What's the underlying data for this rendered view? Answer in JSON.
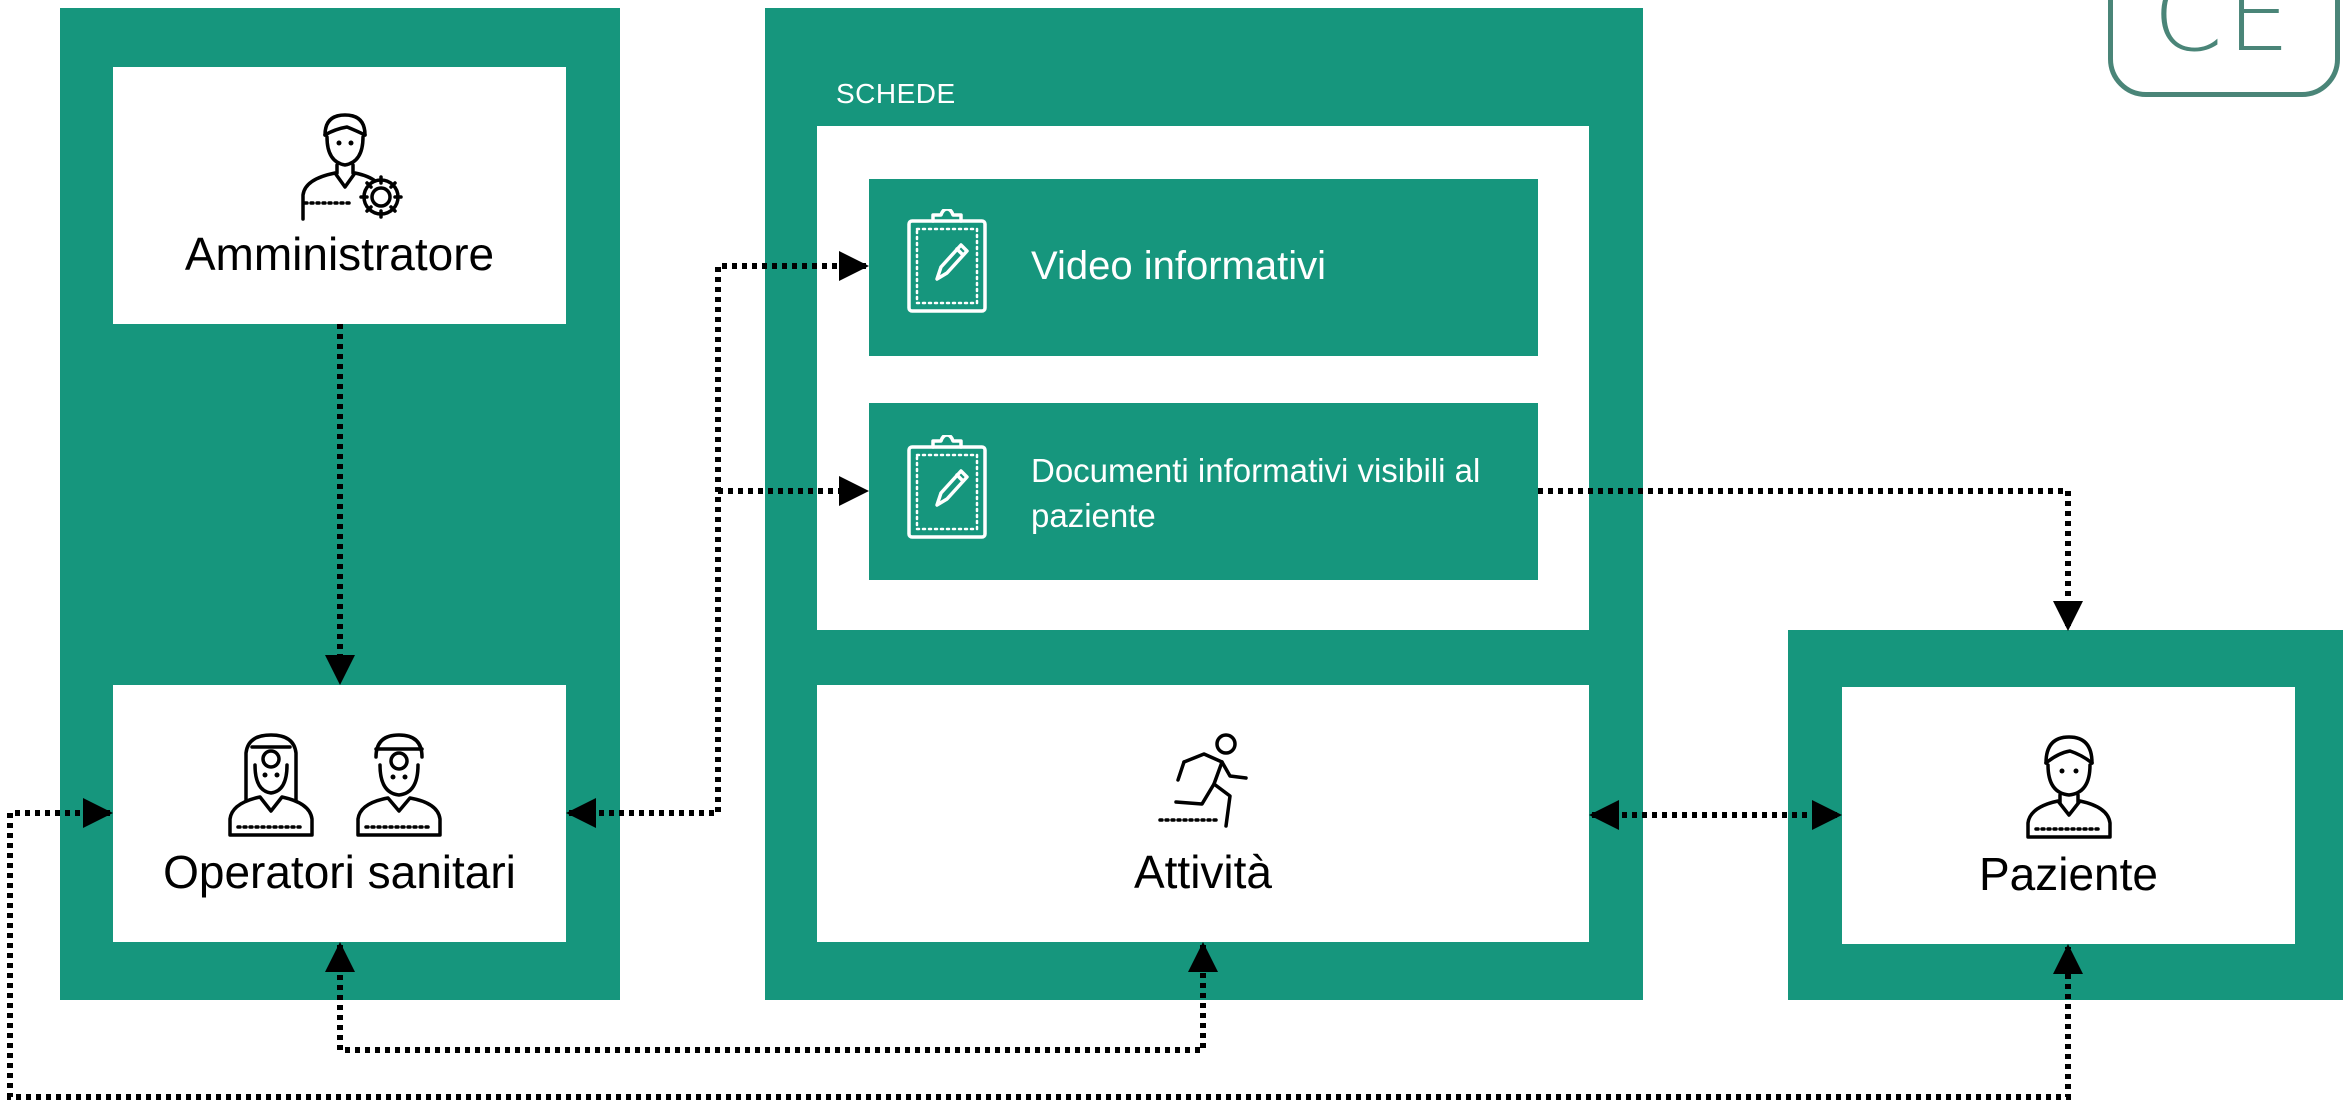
{
  "logo": {
    "text": "CE"
  },
  "roles": {
    "admin": {
      "label": "Amministratore",
      "icon": "admin-gear-icon"
    },
    "operators": {
      "label": "Operatori sanitari",
      "icon": "doctors-icon"
    },
    "patient": {
      "label": "Paziente",
      "icon": "patient-icon"
    }
  },
  "schede": {
    "title": "SCHEDE",
    "items": [
      {
        "label": "Video informativi",
        "icon": "clipboard-pencil-icon"
      },
      {
        "label_line1": "Documenti informativi visibili al",
        "label_line2": "paziente",
        "icon": "clipboard-pencil-icon"
      }
    ]
  },
  "activity": {
    "label": "Attività",
    "icon": "runner-icon"
  },
  "colors": {
    "panel": "#16967d",
    "card": "#ffffff",
    "connector": "#000000",
    "logo": "#4a8578"
  }
}
